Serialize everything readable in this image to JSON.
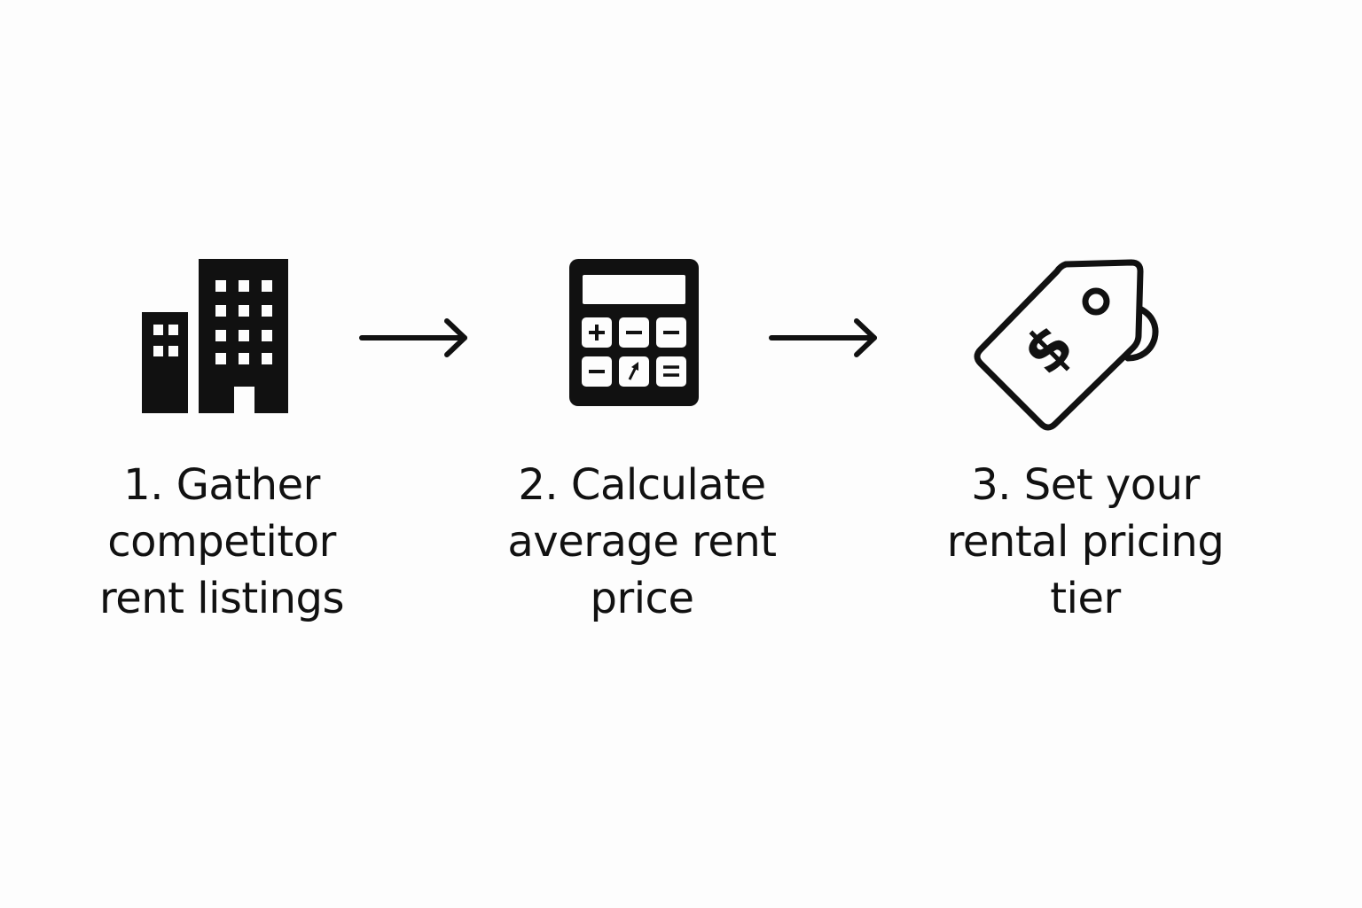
{
  "colors": {
    "background": "#fdfdfd",
    "ink": "#111111",
    "icon_fill": "#111111",
    "icon_cutout": "#ffffff"
  },
  "steps": [
    {
      "number": "1",
      "label": "1. Gather\ncompetitor\nrent listings",
      "icon": "buildings-icon"
    },
    {
      "number": "2",
      "label": "2. Calculate\naverage rent\nprice",
      "icon": "calculator-icon"
    },
    {
      "number": "3",
      "label": "3. Set your\nrental pricing\ntier",
      "icon": "price-tag-icon"
    }
  ],
  "connectors": [
    {
      "from": "1",
      "to": "2",
      "icon": "arrow-right-icon"
    },
    {
      "from": "2",
      "to": "3",
      "icon": "arrow-right-icon"
    }
  ],
  "calculator_keys": [
    "+",
    "−",
    "−",
    "−",
    "↗",
    "="
  ],
  "tag_symbol": "$"
}
